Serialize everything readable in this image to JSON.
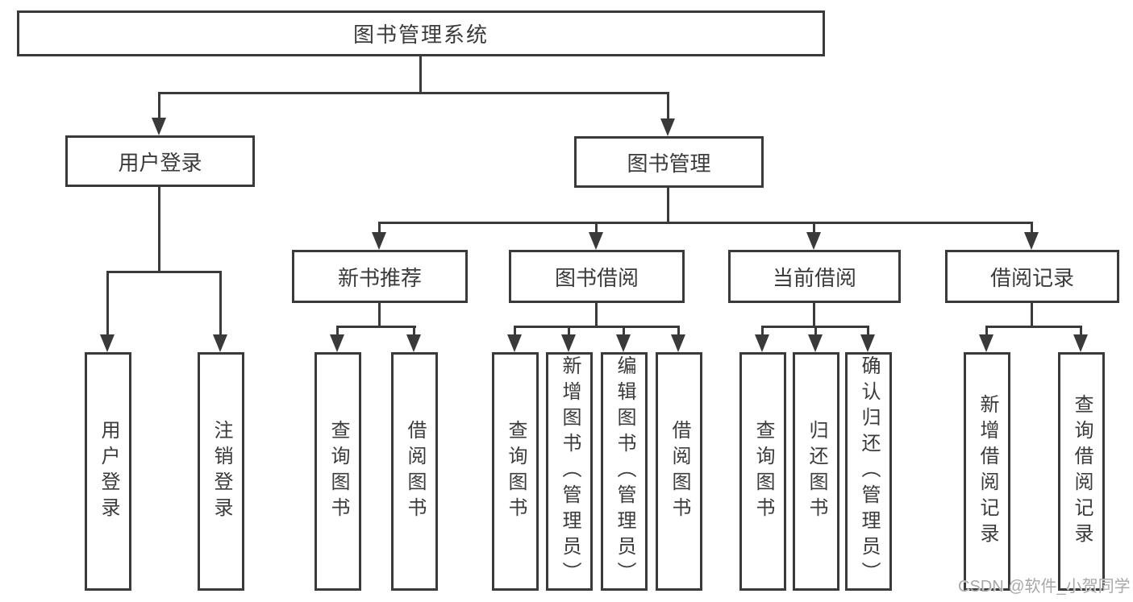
{
  "nodes": {
    "root": {
      "label": "图书管理系统"
    },
    "user_login": {
      "label": "用户登录"
    },
    "book_management": {
      "label": "图书管理"
    },
    "new_book_recommendation": {
      "label": "新书推荐"
    },
    "book_borrowing": {
      "label": "图书借阅"
    },
    "current_borrowing": {
      "label": "当前借阅"
    },
    "borrowing_records": {
      "label": "借阅记录"
    },
    "leaf_user_login": {
      "label": "用户登录"
    },
    "leaf_logout": {
      "label": "注销登录"
    },
    "leaf_nb_query_books": {
      "label": "查询图书"
    },
    "leaf_nb_borrow_books": {
      "label": "借阅图书"
    },
    "leaf_bb_query_books": {
      "label": "查询图书"
    },
    "leaf_bb_add_books": {
      "label": "新增图书（管理员）"
    },
    "leaf_bb_edit_books": {
      "label": "编辑图书（管理员）"
    },
    "leaf_bb_borrow_books": {
      "label": "借阅图书"
    },
    "leaf_cb_query_books": {
      "label": "查询图书"
    },
    "leaf_cb_return_books": {
      "label": "归还图书"
    },
    "leaf_cb_confirm_return": {
      "label": "确认归还（管理员）"
    },
    "leaf_br_add_record": {
      "label": "新增借阅记录"
    },
    "leaf_br_query_record": {
      "label": "查询借阅记录"
    }
  },
  "watermark": {
    "text": "CSDN @软件_小贺同学"
  },
  "colors": {
    "line": "#3a3a3a",
    "text": "#3b3b3b",
    "background": "#ffffff",
    "watermark": "#a8a8a8"
  }
}
